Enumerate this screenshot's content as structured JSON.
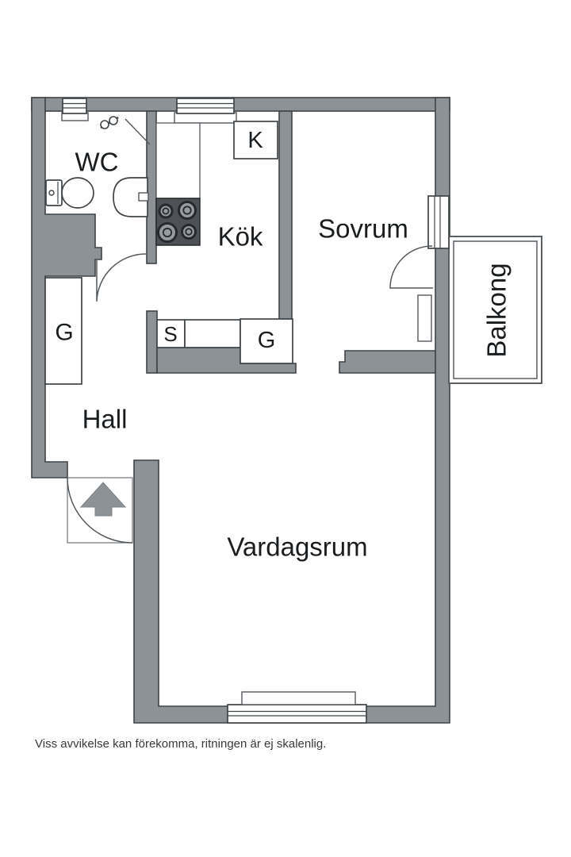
{
  "plan": {
    "rooms": [
      {
        "id": "wc",
        "label": "WC"
      },
      {
        "id": "kok",
        "label": "Kök"
      },
      {
        "id": "sovrum",
        "label": "Sovrum"
      },
      {
        "id": "hall",
        "label": "Hall"
      },
      {
        "id": "vardagsrum",
        "label": "Vardagsrum"
      },
      {
        "id": "balkong",
        "label": "Balkong"
      }
    ],
    "units": [
      {
        "id": "kyl",
        "label": "K"
      },
      {
        "id": "stad",
        "label": "S"
      },
      {
        "id": "garderob-hall",
        "label": "G"
      },
      {
        "id": "garderob-kok",
        "label": "G"
      }
    ],
    "icons": [
      "toilet-icon",
      "sink-icon",
      "shower-mixer-icon",
      "shower-screen-line",
      "stove-icon",
      "radiator-icon",
      "window-icon",
      "balcony-door-icon",
      "door-swing-icon",
      "entrance-arrow-icon"
    ],
    "disclaimer": "Viss avvikelse kan förekomma, ritningen är ej skalenlig.",
    "colors": {
      "wall": "#8d9296",
      "outline": "#3f4447",
      "thin_line": "#54595d",
      "text": "#1a1d1f",
      "stove": "#4e5256",
      "background": "#ffffff"
    }
  }
}
